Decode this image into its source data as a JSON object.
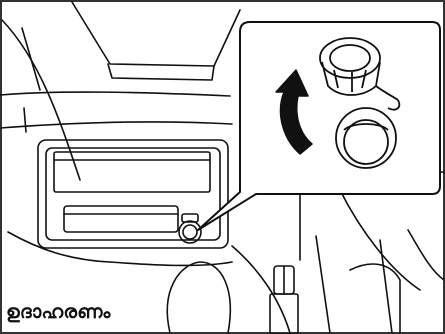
{
  "caption": {
    "text": "ഉദാഹരണം"
  },
  "illustration": {
    "subject": "dashboard-power-outlet",
    "arrow_direction": "up",
    "colors": {
      "line": "#111111",
      "background": "#ffffff",
      "frame": "#333333"
    }
  }
}
